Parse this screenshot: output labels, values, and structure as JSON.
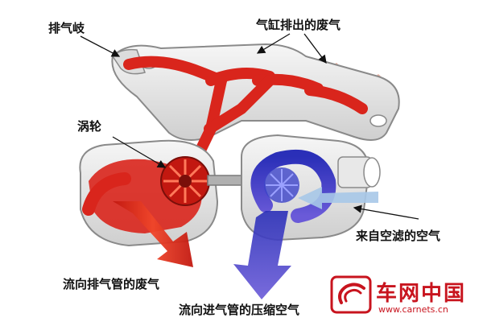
{
  "labels": {
    "exhaust_manifest": "排气岐",
    "cylinder_exhaust": "气缸排出的废气",
    "turbine": "涡轮",
    "from_air_filter": "来自空滤的空气",
    "to_exhaust_pipe": "流向排气管的废气",
    "to_intake_pipe": "流向进气管的压缩空气"
  },
  "watermark": {
    "name": "车网中国",
    "url": "www.carnets.cn"
  },
  "colors": {
    "exhaust_flow": "#d9251c",
    "fresh_air_flow": "#3b42c8",
    "housing": "#ececec",
    "brand": "#c8141e"
  }
}
